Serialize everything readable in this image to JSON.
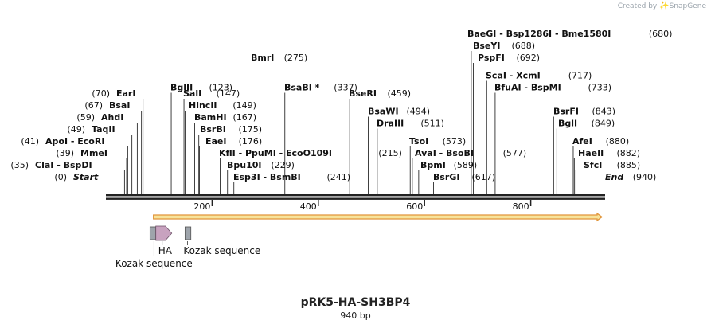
{
  "credit": {
    "text": "Created by",
    "brand": "SnapGene",
    "logo_icon": "snapgene-logo-icon"
  },
  "plasmid": {
    "name": "pRK5-HA-SH3BP4",
    "size_label": "940 bp",
    "length": 940
  },
  "ticks": [
    200,
    400,
    600,
    800
  ],
  "sites": [
    {
      "label": "Start",
      "pos": 0,
      "num": "(0)",
      "italic": true
    },
    {
      "label": "ClaI  -  BspDI",
      "pos": 35,
      "num": "(35)"
    },
    {
      "label": "MmeI",
      "pos": 39,
      "num": "(39)"
    },
    {
      "label": "ApoI  -  EcoRI",
      "pos": 41,
      "num": "(41)"
    },
    {
      "label": "TaqII",
      "pos": 49,
      "num": "(49)"
    },
    {
      "label": "AhdI",
      "pos": 59,
      "num": "(59)"
    },
    {
      "label": "BsaI",
      "pos": 67,
      "num": "(67)"
    },
    {
      "label": "EarI",
      "pos": 70,
      "num": "(70)"
    },
    {
      "label": "BglII",
      "pos": 123,
      "num": "(123)"
    },
    {
      "label": "SalI",
      "pos": 147,
      "num": "(147)"
    },
    {
      "label": "HincII",
      "pos": 149,
      "num": "(149)"
    },
    {
      "label": "BamHI",
      "pos": 167,
      "num": "(167)"
    },
    {
      "label": "BsrBI",
      "pos": 175,
      "num": "(175)"
    },
    {
      "label": "EaeI",
      "pos": 176,
      "num": "(176)"
    },
    {
      "label": "KflI  -  PpuMI  -  EcoO109I",
      "pos": 215,
      "num": "(215)"
    },
    {
      "label": "Bpu10I",
      "pos": 229,
      "num": "(229)"
    },
    {
      "label": "Esp3I  -  BsmBI",
      "pos": 241,
      "num": "(241)"
    },
    {
      "label": "BmrI",
      "pos": 275,
      "num": "(275)"
    },
    {
      "label": "BsaBI *",
      "pos": 337,
      "num": "(337)"
    },
    {
      "label": "BseRI",
      "pos": 459,
      "num": "(459)"
    },
    {
      "label": "BsaWI",
      "pos": 494,
      "num": "(494)"
    },
    {
      "label": "DraIII",
      "pos": 511,
      "num": "(511)"
    },
    {
      "label": "TsoI",
      "pos": 573,
      "num": "(573)"
    },
    {
      "label": "AvaI  -  BsoBI",
      "pos": 577,
      "num": "(577)"
    },
    {
      "label": "BpmI",
      "pos": 589,
      "num": "(589)"
    },
    {
      "label": "BsrGI",
      "pos": 617,
      "num": "(617)"
    },
    {
      "label": "BaeGI  -  Bsp1286I  -  Bme1580I",
      "pos": 680,
      "num": "(680)"
    },
    {
      "label": "BseYI",
      "pos": 688,
      "num": "(688)"
    },
    {
      "label": "PspFI",
      "pos": 692,
      "num": "(692)"
    },
    {
      "label": "ScaI  -  XcmI",
      "pos": 717,
      "num": "(717)"
    },
    {
      "label": "BfuAI  -  BspMI",
      "pos": 733,
      "num": "(733)"
    },
    {
      "label": "BsrFI",
      "pos": 843,
      "num": "(843)"
    },
    {
      "label": "BglI",
      "pos": 849,
      "num": "(849)"
    },
    {
      "label": "AfeI",
      "pos": 880,
      "num": "(880)"
    },
    {
      "label": "HaeII",
      "pos": 882,
      "num": "(882)"
    },
    {
      "label": "SfcI",
      "pos": 885,
      "num": "(885)"
    },
    {
      "label": "End",
      "pos": 940,
      "num": "(940)",
      "italic": true
    }
  ],
  "features": [
    {
      "label": "Kozak sequence",
      "type": "kozak",
      "start": 83,
      "end": 94
    },
    {
      "label": "HA",
      "type": "tag",
      "start": 94,
      "end": 124
    },
    {
      "label": "Kozak sequence",
      "type": "kozak",
      "start": 149,
      "end": 160
    }
  ],
  "orf": {
    "start": 91,
    "end": 940
  },
  "colors": {
    "backbone": "#222222",
    "orf_fill": "#f7e39a",
    "orf_stroke": "#e1953a",
    "ha": "#c8a2bf",
    "kozak": "#9ea4ab"
  }
}
